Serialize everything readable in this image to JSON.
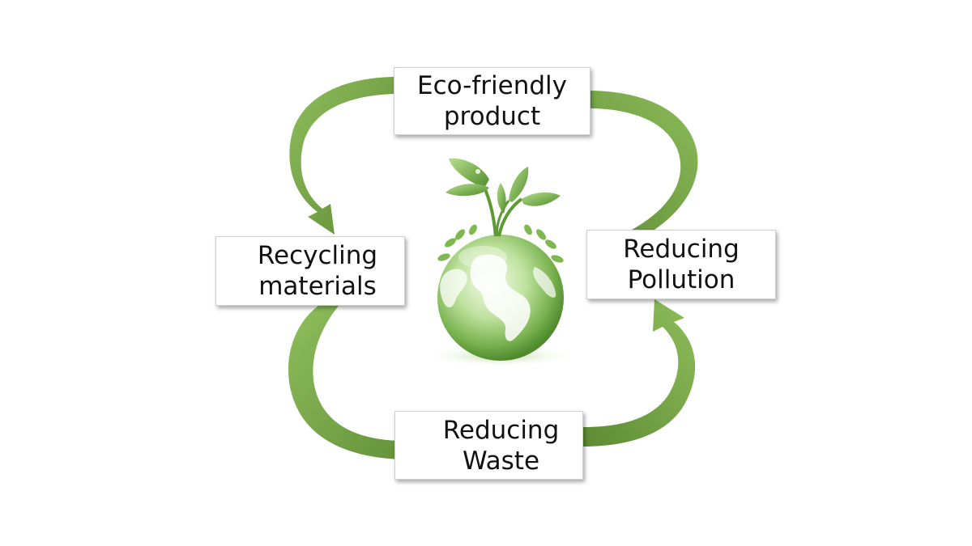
{
  "diagram": {
    "nodes": [
      {
        "id": "eco",
        "lines": [
          "Eco-friendly",
          "product"
        ]
      },
      {
        "id": "recycle",
        "lines": [
          "Recycling",
          "materials"
        ]
      },
      {
        "id": "pollution",
        "lines": [
          "Reducing",
          "Pollution"
        ]
      },
      {
        "id": "waste",
        "lines": [
          "Reducing",
          "Waste"
        ]
      }
    ],
    "cycle_order": [
      "eco",
      "recycle",
      "waste",
      "pollution"
    ],
    "center_icon": "globe-with-sprout-icon",
    "colors": {
      "arrow_light": "#8bb85a",
      "arrow_dark": "#5e8a34",
      "globe_light": "#e4f3d6",
      "globe_mid": "#a6d47f",
      "globe_dark": "#5e9a3a",
      "leaf": "#6aa83c"
    }
  }
}
